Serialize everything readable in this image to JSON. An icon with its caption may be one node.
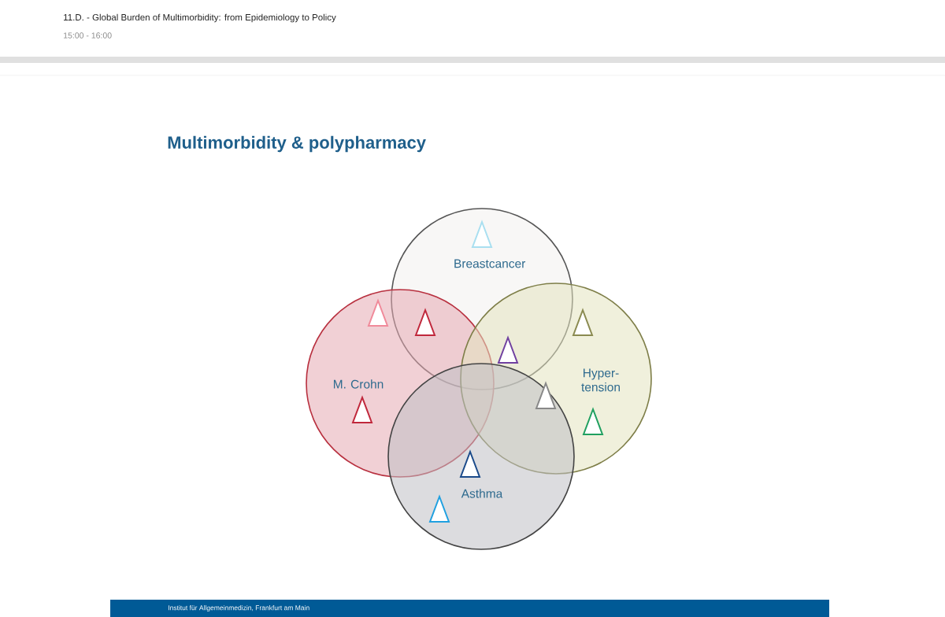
{
  "diagram": {
    "title": "Multimorbidity & polypharmacy",
    "nodes": [
      {
        "text": [
          "Breastcancer"
        ]
      },
      {
        "text": [
          "M. Crohn"
        ]
      },
      {
        "text": [
          "Hyper- tension"
        ]
      },
      {
        "text": [
          "Asthma"
        ]
      }
    ],
    "labels": [
      "11.D. - Global Burden of Multimorbidity: from Epidemiology to Policy",
      "15:00 - 16:00",
      "Institut für Allgemeinmedizin, Frankfurt am Main"
    ]
  }
}
